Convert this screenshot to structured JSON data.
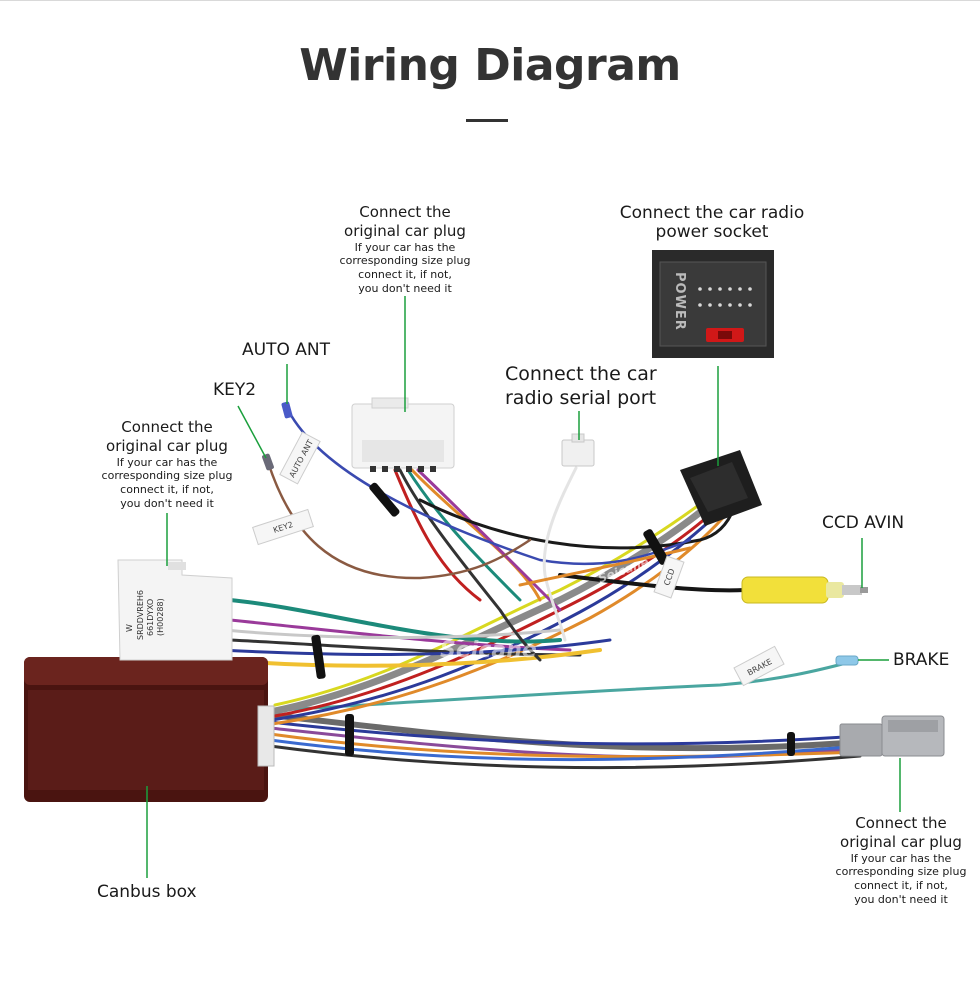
{
  "title": "Wiring Diagram",
  "colors": {
    "pointer": "#1a9f3c",
    "title": "#333333",
    "canbus_box": "#5a1c18",
    "harness_white": "#f4f4f4",
    "socket_black": "#2a2a2a",
    "power_red": "#d01818",
    "avin_yellow": "#f2e03a",
    "brake_connector": "#a8aaae"
  },
  "labels": {
    "auto_ant": "AUTO ANT",
    "key2": "KEY2",
    "top_plug": {
      "line1": "Connect the",
      "line2": "original car plug",
      "note1": "If your car has the",
      "note2": "corresponding size plug",
      "note3": "connect it, if not,",
      "note4": "you don't need it"
    },
    "left_plug": {
      "line1": "Connect the",
      "line2": "original car plug",
      "note1": "If your car has the",
      "note2": "corresponding size plug",
      "note3": "connect it, if not,",
      "note4": "you don't need it"
    },
    "right_plug": {
      "line1": "Connect the",
      "line2": "original car plug",
      "note1": "If your car has the",
      "note2": "corresponding size plug",
      "note3": "connect it, if not,",
      "note4": "you don't need it"
    },
    "power_socket": {
      "line1": "Connect the car radio",
      "line2": "power socket"
    },
    "serial_port": {
      "line1": "Connect the car",
      "line2": "radio  serial port"
    },
    "ccd_avin": "CCD AVIN",
    "brake": "BRAKE",
    "canbus": "Canbus box"
  },
  "printed": {
    "power": "POWER",
    "tag_autoant": "AUTO ANT",
    "tag_key2": "KEY2",
    "tag_brake": "BRAKE",
    "tag_ccd": "CCD",
    "watermark": "Seicane",
    "plug_w": "W",
    "plug_part1": "SRDDVREH6",
    "plug_part2": "661DYXO",
    "plug_part3": "(H00288)"
  }
}
